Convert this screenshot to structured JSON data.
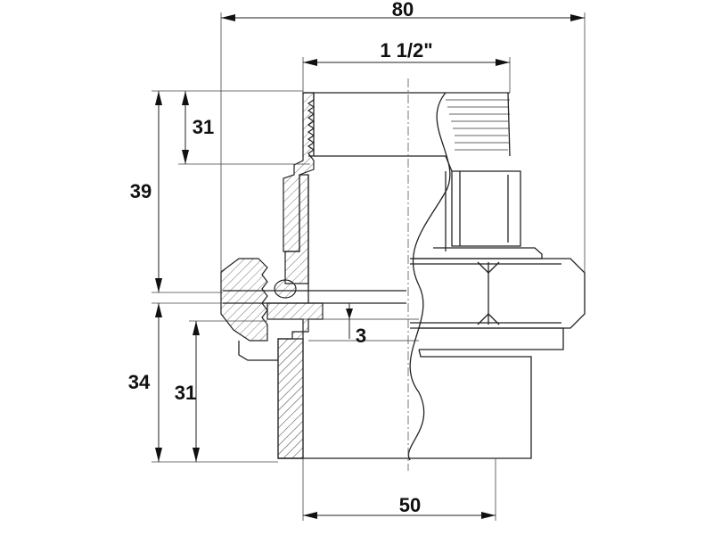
{
  "dimensions": {
    "overall_width": "80",
    "thread_size": "1 1/2\"",
    "thread_length": "31",
    "upper_height": "39",
    "gap": "3",
    "lower_height": "34",
    "socket_depth": "31",
    "socket_diameter": "50"
  }
}
